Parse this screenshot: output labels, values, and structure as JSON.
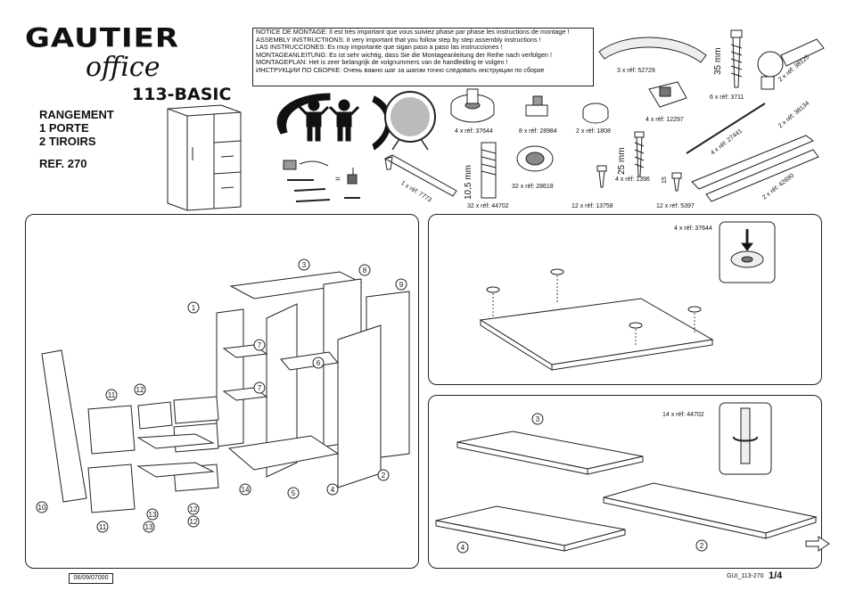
{
  "brand": {
    "name": "GAUTIER",
    "line": "office",
    "model": "113-BASIC"
  },
  "product": {
    "lines": [
      "RANGEMENT",
      "1 PORTE",
      "2 TIROIRS"
    ],
    "ref": "REF. 270"
  },
  "notice": [
    "NOTICE DE MONTAGE: Il est très important que vous suiviez phase par phase les instructions de montage !",
    "ASSEMBLY INSTRUCTIIONS: It very important that you follow step by step assembly instructions !",
    "LAS INSTRUCCIONES: Es muy importante que sigan paso a paso las instrucciones !",
    "MONTAGEANLEITUNG: Es ist sehr wichtig, dass Sie die Montageanleitung der Reihe nach verfolgen !",
    "MONTAGEPLAN: Het is zeer belangrijk de volgnummers van de handleiding te volgen !",
    "ИНСТРУКЦИИ ПО СБОРКЕ: Очень важно шаг за шагом точно следовать инструкции по сборке"
  ],
  "hardware": [
    {
      "label": "3 x réf: 52729"
    },
    {
      "label": "35 mm"
    },
    {
      "label": "6 x réf: 3711"
    },
    {
      "label": "2 x réf: 38125"
    },
    {
      "label": "4 x réf: 37644"
    },
    {
      "label": "8 x réf: 28984"
    },
    {
      "label": "2 x réf: 1808"
    },
    {
      "label": "4 x réf: 12297"
    },
    {
      "label": "2 x réf: 38134"
    },
    {
      "label": "4 x réf: 27441"
    },
    {
      "label": "1 x réf: 7773"
    },
    {
      "label": "32 x réf: 28618"
    },
    {
      "label": "25 mm"
    },
    {
      "label": "4 x réf: 1396"
    },
    {
      "label": "15"
    },
    {
      "label": "10,5 mm"
    },
    {
      "label": "2 x réf: 42690"
    },
    {
      "label": "32 x réf: 44702"
    },
    {
      "label": "12 x réf: 13758"
    },
    {
      "label": "12 x réf: 5397"
    }
  ],
  "exploded_parts": [
    "1",
    "2",
    "3",
    "4",
    "5",
    "6",
    "7",
    "7",
    "8",
    "9",
    "10",
    "11",
    "11",
    "12",
    "12",
    "12",
    "13",
    "13",
    "14"
  ],
  "step1": {
    "qty": "4 x réf: 37644"
  },
  "step2": {
    "qty": "14 x réf: 44702",
    "parts": [
      "3",
      "4",
      "2"
    ]
  },
  "footer": {
    "date": "06/09/07",
    "suffix": "000",
    "code": "GUI_113-270",
    "page": "1/4"
  }
}
